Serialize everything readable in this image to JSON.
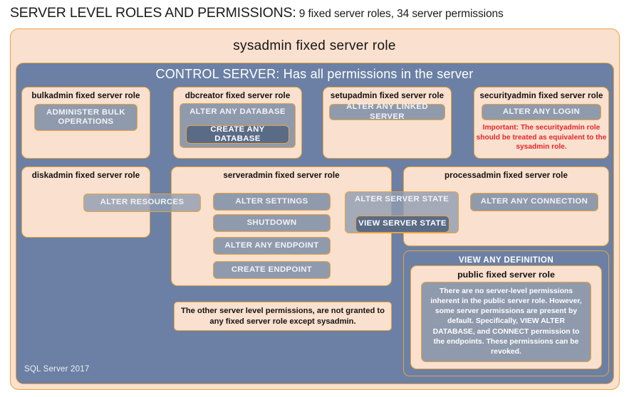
{
  "title": {
    "strong": "SERVER LEVEL ROLES AND PERMISSIONS:",
    "rest": " 9 fixed server roles, 34 server permissions"
  },
  "outer": {
    "sysadmin_label": "sysadmin fixed server role",
    "control_server_label": "CONTROL SERVER: Has all permissions in the server",
    "footer": "SQL Server 2017"
  },
  "roles": {
    "bulkadmin": {
      "title": "bulkadmin fixed server role",
      "permissions": [
        "ADMINISTER  BULK OPERATIONS"
      ]
    },
    "dbcreator": {
      "title": "dbcreator fixed server role",
      "permission_outer": "ALTER ANY DATABASE",
      "permission_inner": "CREATE ANY DATABASE"
    },
    "setupadmin": {
      "title": "setupadmin fixed server role",
      "permissions": [
        "ALTER ANY LINKED SERVER"
      ]
    },
    "securityadmin": {
      "title": "securityadmin fixed server role",
      "permissions": [
        "ALTER ANY LOGIN"
      ],
      "warning": "Important:  The securityadmin role should  be treated  as equivalent to the  sysadmin role."
    },
    "diskadmin": {
      "title": "diskadmin fixed server role",
      "permissions": [
        "ALTER RESOURCES"
      ]
    },
    "serveradmin": {
      "title": "serveradmin fixed server role",
      "permissions": [
        "ALTER SETTINGS",
        "SHUTDOWN",
        "ALTER ANY ENDPOINT",
        "CREATE ENDPOINT"
      ],
      "permission_outer": "ALTER SERVER STATE",
      "permission_inner": "VIEW SERVER STATE"
    },
    "processadmin": {
      "title": "processadmin fixed server role",
      "permissions": [
        "ALTER ANY CONNECTION"
      ]
    },
    "public": {
      "band_permission": "VIEW ANY DEFINITION",
      "title": "public fixed server role",
      "note": "There are no server-level permissions inherent in the public server role. However, some server permissions are present by default. Specifically, VIEW ALTER DATABASE, and CONNECT permission to the endpoints. These permissions can be revoked."
    }
  },
  "notes": {
    "other_permissions": "The other server level permissions,  are not granted to any fixed server role except sysadmin."
  },
  "colors": {
    "peach": "#FAE0CE",
    "gold_border": "#E8A33D",
    "slate": "#6B80A4",
    "pill": "#8794AA",
    "pill_dark": "#5A6B86",
    "warning_red": "#E8252B"
  }
}
